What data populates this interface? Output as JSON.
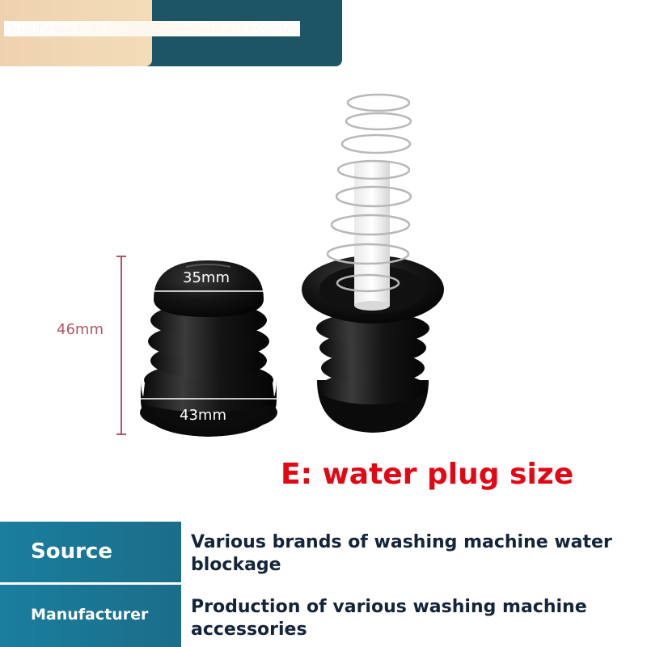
{
  "banner": {
    "text": "Quality such as washing machine accessories",
    "colors": {
      "beige": "#f2d7b3",
      "teal": "#1d5566"
    }
  },
  "product": {
    "caption": "E: water plug size",
    "caption_color": "#e30614",
    "dimensions": {
      "height": "46mm",
      "top_diameter": "35mm",
      "bottom_diameter": "43mm"
    }
  },
  "info": {
    "rows": [
      {
        "label": "Source",
        "value": "Various brands of washing machine water blockage"
      },
      {
        "label": "Manufacturer",
        "value": "Production of various washing machine accessories"
      }
    ],
    "colors": {
      "label_bg": "#1a6f8c",
      "value_text": "#14253a"
    }
  }
}
